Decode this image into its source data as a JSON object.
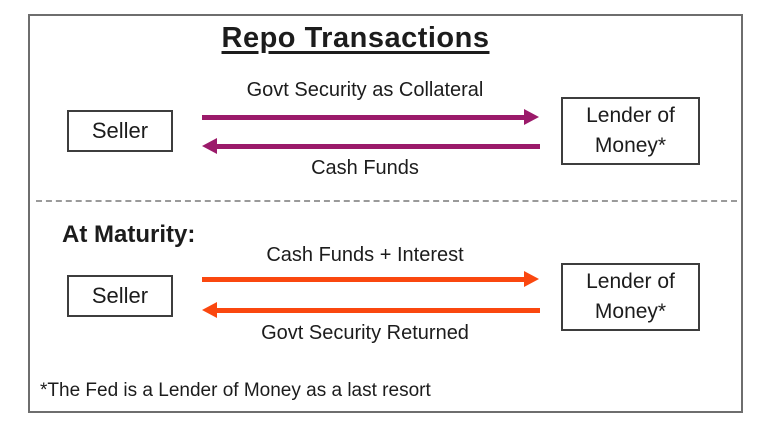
{
  "title": "Repo Transactions",
  "colors": {
    "repo_arrow": "#9B1A6A",
    "maturity_arrow": "#FA470F",
    "outer_border": "#6E6E6E",
    "box_border": "#3D3D3D",
    "text": "#1C1C1C",
    "divider": "#9A9A9A"
  },
  "top": {
    "arrow_right_label": "Govt Security as Collateral",
    "arrow_left_label": "Cash Funds",
    "seller": "Seller",
    "lender_line1": "Lender of",
    "lender_line2": "Money*"
  },
  "bottom": {
    "heading": "At Maturity:",
    "arrow_right_label": "Cash Funds + Interest",
    "arrow_left_label": "Govt Security Returned",
    "seller": "Seller",
    "lender_line1": "Lender of",
    "lender_line2": "Money*"
  },
  "footnote": "*The Fed is a Lender of Money as a last resort"
}
